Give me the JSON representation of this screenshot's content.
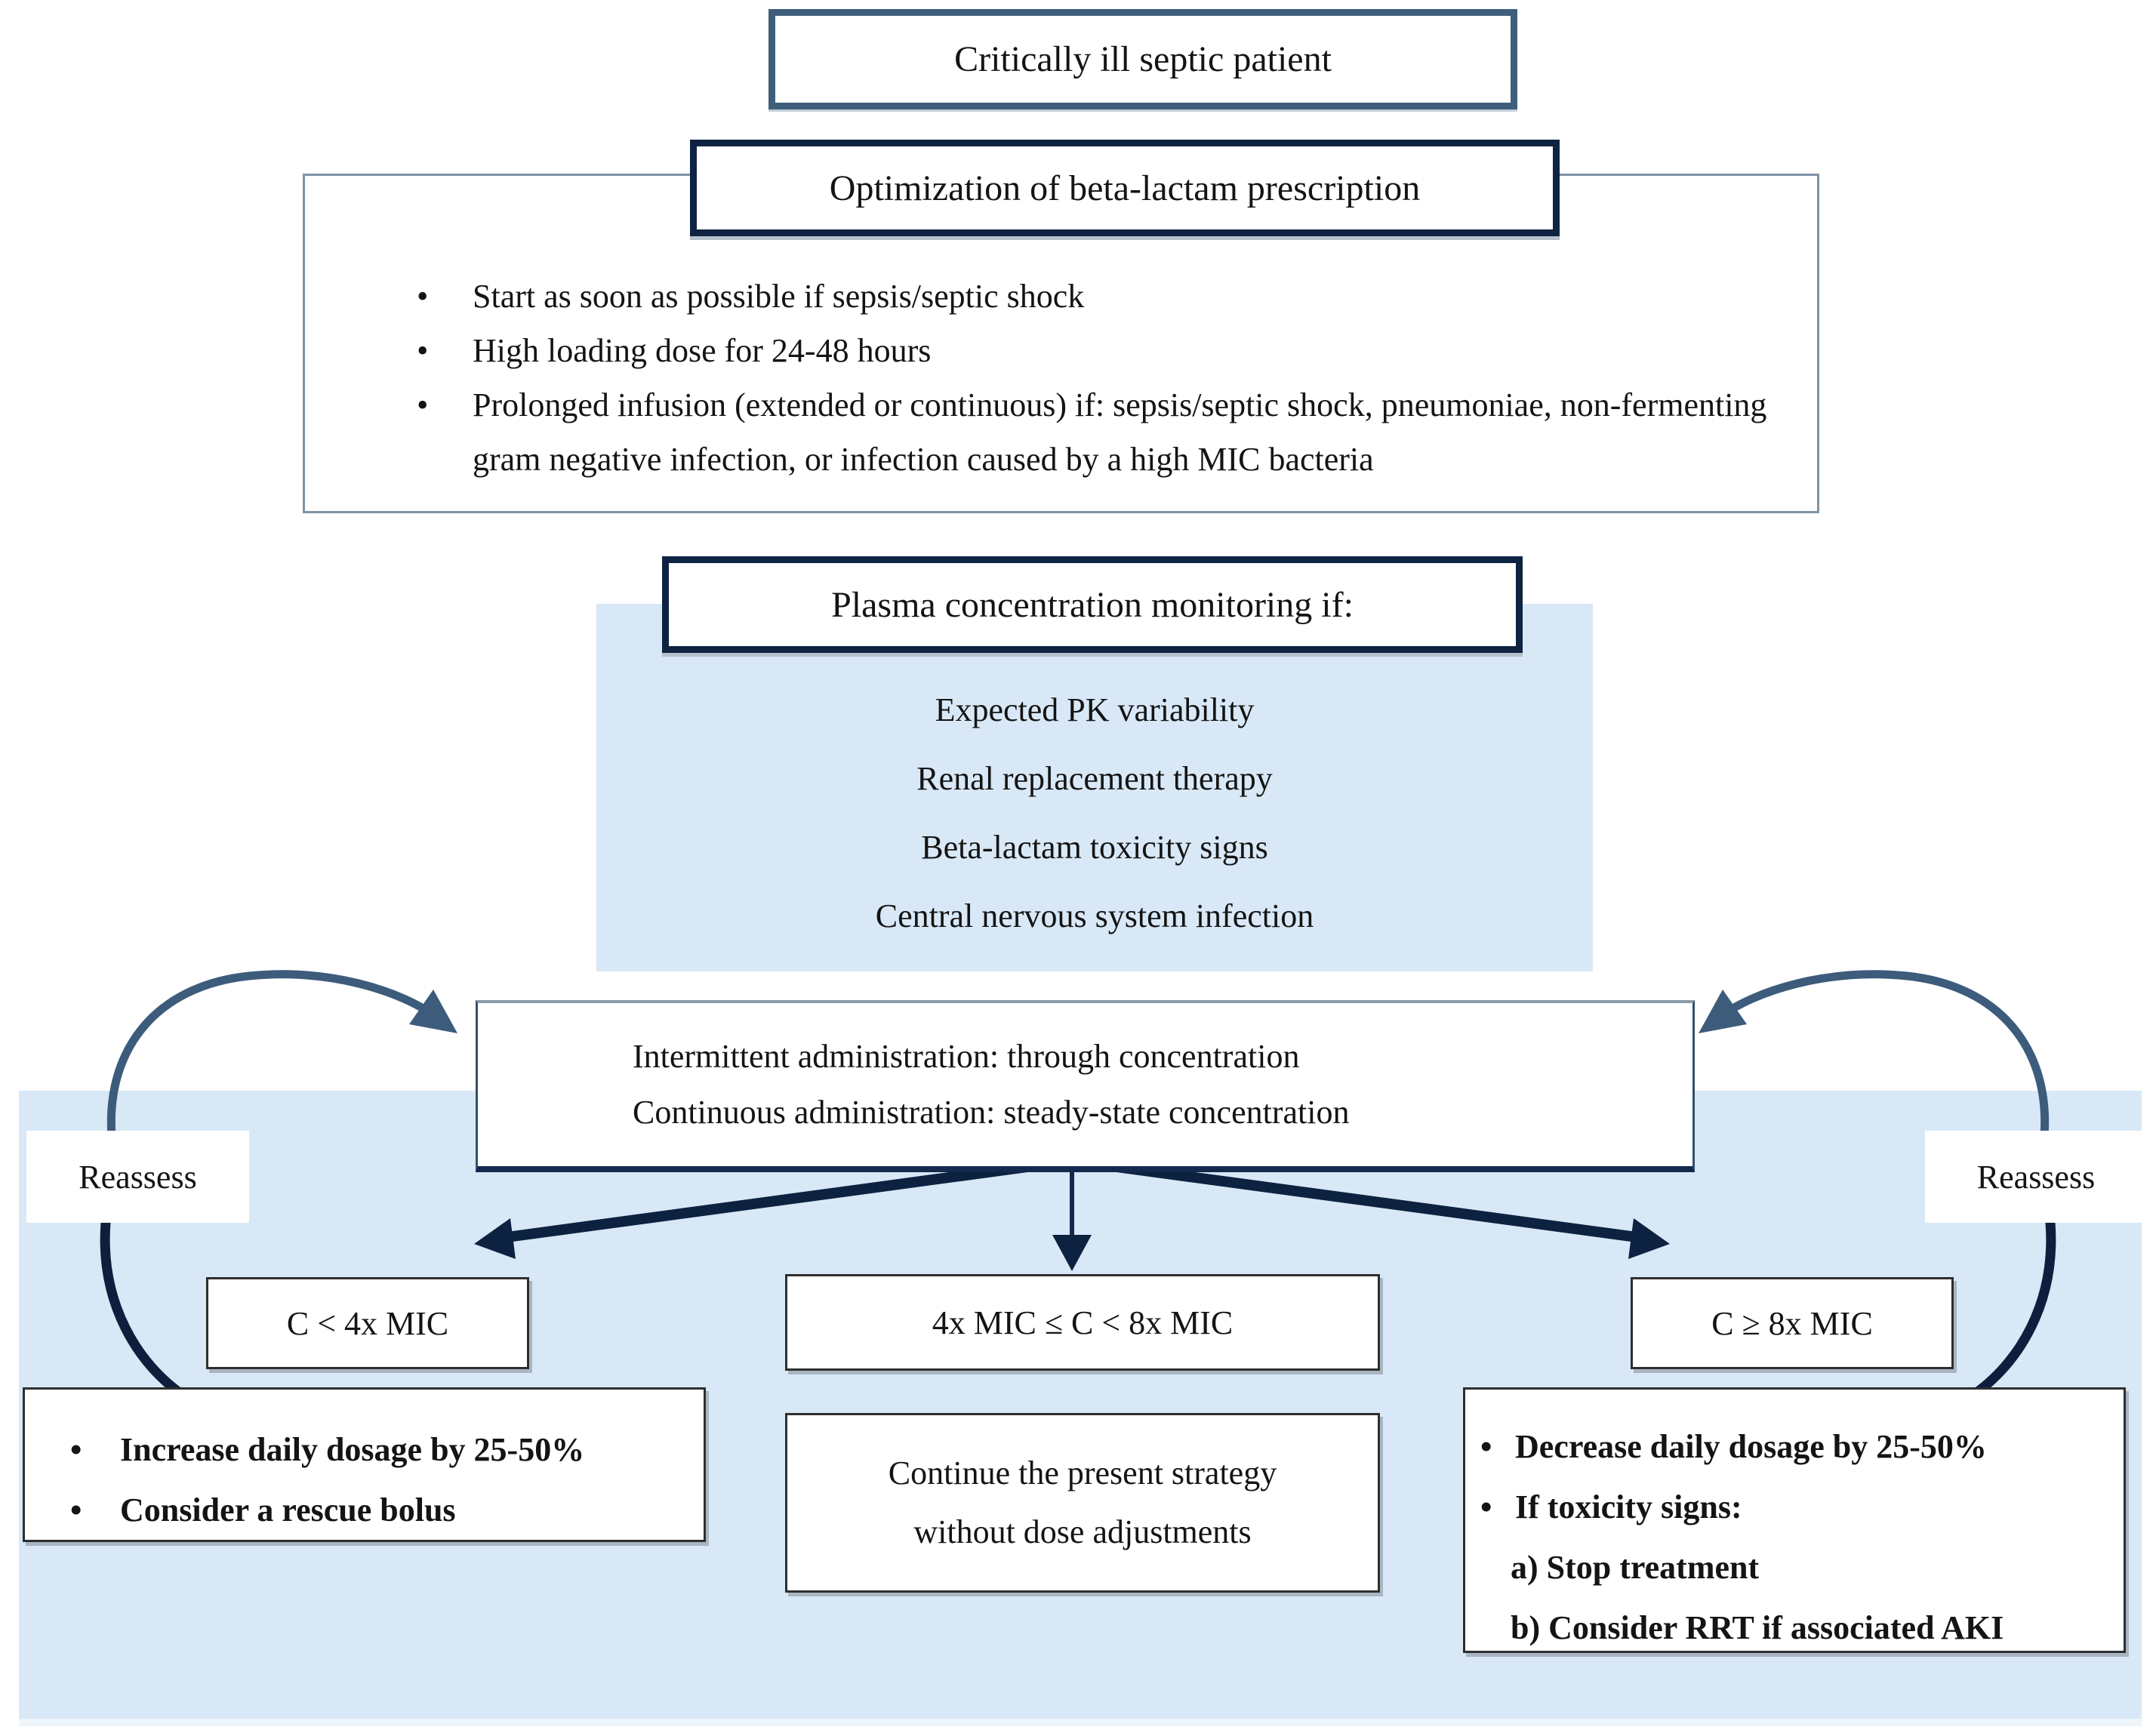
{
  "title_box": {
    "label": "Critically ill septic patient"
  },
  "optimization": {
    "title": "Optimization of beta-lactam prescription",
    "bullets": [
      "Start as soon as possible if sepsis/septic shock",
      "High loading dose for 24-48 hours",
      "Prolonged infusion (extended or continuous) if: sepsis/septic shock, pneumoniae, non-fermenting gram negative infection, or infection caused by a high MIC bacteria"
    ]
  },
  "monitoring": {
    "title": "Plasma concentration monitoring if:",
    "criteria": [
      "Expected PK variability",
      "Renal replacement therapy",
      "Beta-lactam toxicity signs",
      "Central nervous system infection"
    ]
  },
  "measurement_box": {
    "lines": [
      "Intermittent administration: through concentration",
      "Continuous administration: steady-state concentration"
    ]
  },
  "reassess": {
    "left": "Reassess",
    "right": "Reassess"
  },
  "branches": {
    "low": {
      "condition": "C < 4x MIC",
      "actions": [
        "Increase daily dosage by 25-50%",
        "Consider a rescue bolus"
      ]
    },
    "target": {
      "condition": "4x MIC ≤ C < 8x MIC",
      "action_lines": [
        "Continue the present strategy",
        "without dose adjustments"
      ]
    },
    "high": {
      "condition": "C ≥ 8x MIC",
      "actions": [
        "Decrease daily dosage by 25-50%",
        "If toxicity signs:"
      ],
      "sub_actions": [
        "a) Stop treatment",
        "b) Consider RRT if associated AKI"
      ]
    }
  },
  "bullet_glyph": "•",
  "colors": {
    "panel_blue": "#d8e8f6",
    "navy_border": "#0e2342",
    "slate_border": "#3f5e7c",
    "arrow_dark": "#0d2240",
    "arrow_slate": "#3d5c7c",
    "box_border_gray": "#7f93a4"
  }
}
